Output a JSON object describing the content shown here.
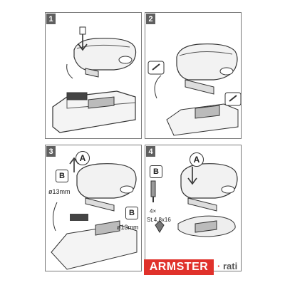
{
  "steps": [
    "1",
    "2",
    "3",
    "4"
  ],
  "labels": {
    "a": "A",
    "b": "B",
    "diameter": "ø13mm",
    "count": "4×",
    "screw": "St.4,8x16"
  },
  "brand": {
    "name": "ARMSTER",
    "partner": "rati",
    "sep": "·"
  },
  "colors": {
    "accent": "#e0312b",
    "badge": "#5f5f5f",
    "line": "#333333"
  }
}
